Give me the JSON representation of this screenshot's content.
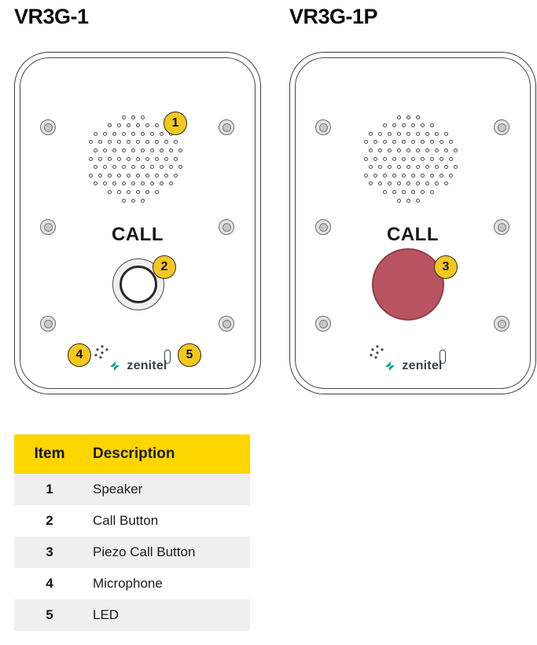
{
  "devices": [
    {
      "title": "VR3G-1",
      "call_label": "CALL",
      "brand": "zenitel",
      "callouts": {
        "speaker": "1",
        "call_button": "2",
        "microphone": "4",
        "led": "5"
      }
    },
    {
      "title": "VR3G-1P",
      "call_label": "CALL",
      "brand": "zenitel",
      "callouts": {
        "piezo_button": "3"
      }
    }
  ],
  "table": {
    "headers": [
      "Item",
      "Description"
    ],
    "rows": [
      {
        "item": "1",
        "description": "Speaker"
      },
      {
        "item": "2",
        "description": "Call Button"
      },
      {
        "item": "3",
        "description": "Piezo Call Button"
      },
      {
        "item": "4",
        "description": "Microphone"
      },
      {
        "item": "5",
        "description": "LED"
      }
    ]
  },
  "colors": {
    "callout_yellow": "#f3c71f",
    "table_header_yellow": "#ffd500",
    "piezo_red": "#b85460",
    "brand_teal": "#00a5a0",
    "row_alt_gray": "#efefef"
  }
}
